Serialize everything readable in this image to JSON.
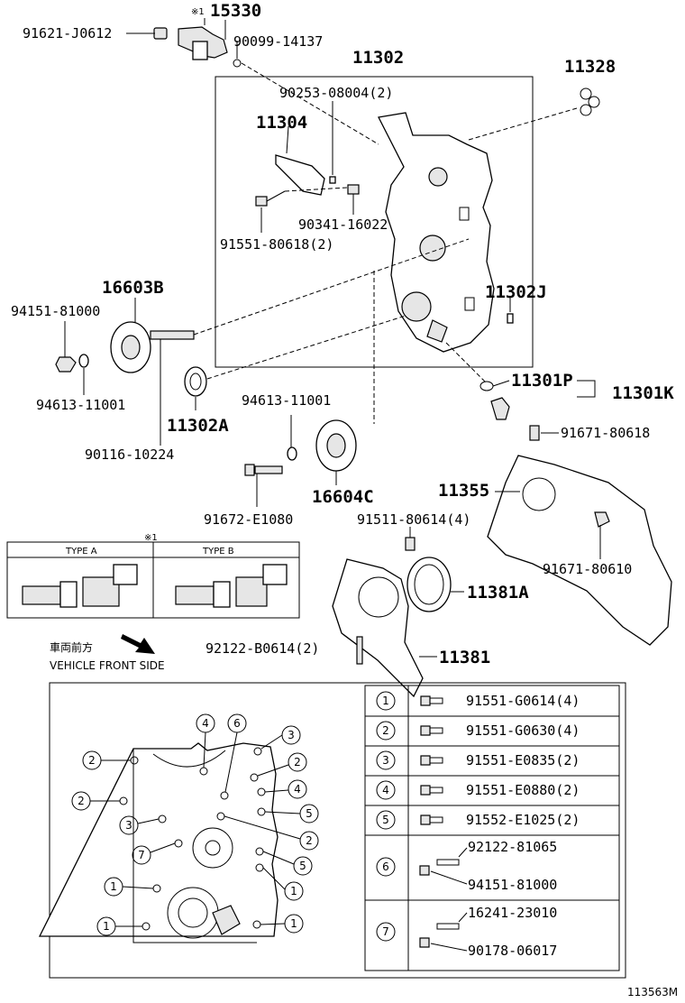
{
  "callouts": {
    "p15330": "15330",
    "p15330_mark": "※1",
    "p91621": "91621-J0612",
    "p90099": "90099-14137",
    "p11302": "11302",
    "p11328": "11328",
    "p90253": "90253-08004(2)",
    "p11304": "11304",
    "p90341": "90341-16022",
    "p91551_80618": "91551-80618(2)",
    "p16603B": "16603B",
    "p94151_a": "94151-81000",
    "p11302J": "11302J",
    "p94613_a": "94613-11001",
    "p11302A": "11302A",
    "p11301P": "11301P",
    "p11301K": "11301K",
    "p94613_b": "94613-11001",
    "p90116": "90116-10224",
    "p91671_80618": "91671-80618",
    "p16604C": "16604C",
    "p11355": "11355",
    "p91672": "91672-E1080",
    "p91511": "91511-80614(4)",
    "p91671_80610": "91671-80610",
    "p11381A": "11381A",
    "p92122": "92122-B0614(2)",
    "p11381": "11381"
  },
  "type_box": {
    "mark": "※1",
    "type_a": "TYPE A",
    "type_b": "TYPE B"
  },
  "direction": {
    "jp": "車両前方",
    "en": "VEHICLE FRONT SIDE"
  },
  "bolt_table": [
    {
      "num": "1",
      "parts": [
        "91551-G0614(4)"
      ]
    },
    {
      "num": "2",
      "parts": [
        "91551-G0630(4)"
      ]
    },
    {
      "num": "3",
      "parts": [
        "91551-E0835(2)"
      ]
    },
    {
      "num": "4",
      "parts": [
        "91551-E0880(2)"
      ]
    },
    {
      "num": "5",
      "parts": [
        "91552-E1025(2)"
      ]
    },
    {
      "num": "6",
      "parts": [
        "92122-81065",
        "94151-81000"
      ]
    },
    {
      "num": "7",
      "parts": [
        "16241-23010",
        "90178-06017"
      ]
    }
  ],
  "cover_markers": [
    "4",
    "6",
    "3",
    "2",
    "2",
    "2",
    "4",
    "3",
    "5",
    "7",
    "2",
    "5",
    "1",
    "1",
    "1",
    "1"
  ],
  "figure_id": "113563M"
}
